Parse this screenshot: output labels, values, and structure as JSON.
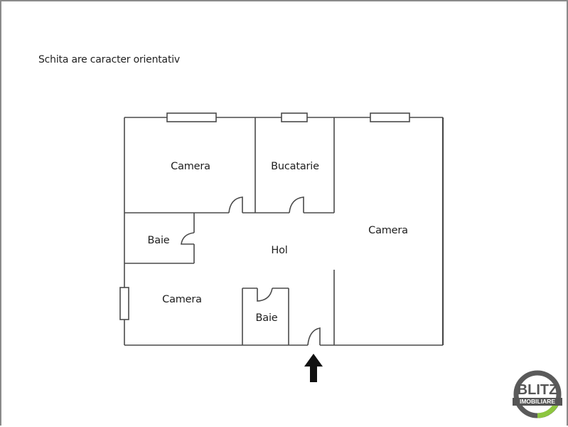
{
  "note": "Schita are caracter orientativ",
  "rooms": {
    "camera_top_left": "Camera",
    "bucatarie": "Bucatarie",
    "camera_right": "Camera",
    "baie_left": "Baie",
    "hol": "Hol",
    "camera_bottom_left": "Camera",
    "baie_bottom": "Baie"
  },
  "entrance_icon": "arrow-up-icon",
  "logo": {
    "line1": "BLITZ",
    "line2": "IMOBILIARE",
    "ring_color": "#5a5a5a",
    "accent_color": "#8dc63f"
  },
  "colors": {
    "wall": "#4a4a4a",
    "frame": "#8a8a8a"
  }
}
